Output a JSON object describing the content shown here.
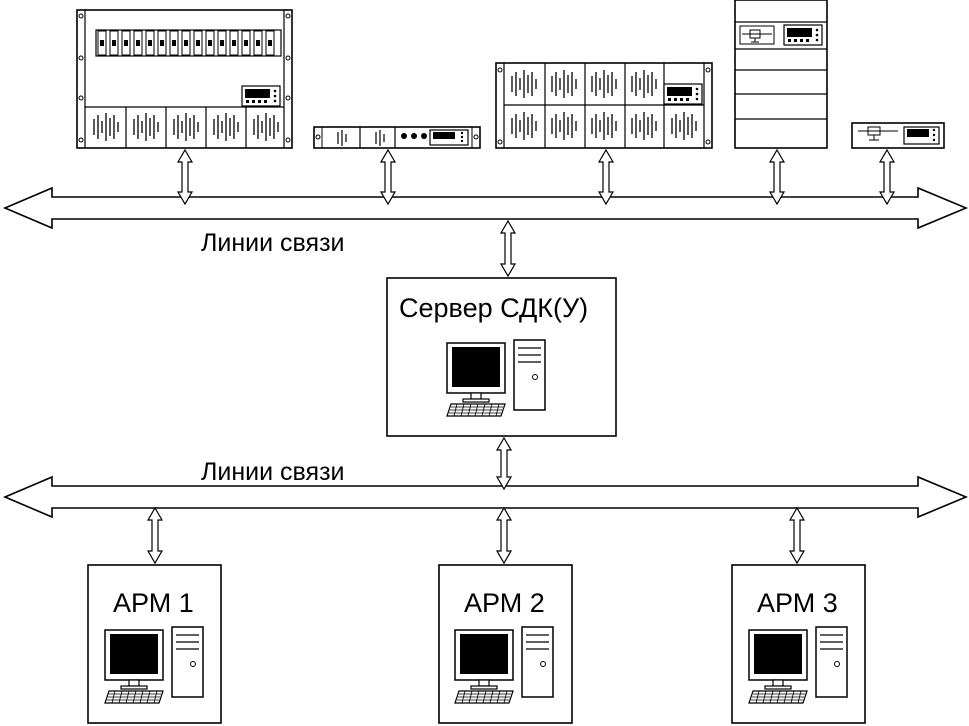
{
  "bus_top": {
    "label": "Линии связи"
  },
  "bus_bottom": {
    "label": "Линии связи"
  },
  "server": {
    "label": "Сервер СДК(У)"
  },
  "workstations": [
    {
      "label": "АРМ 1"
    },
    {
      "label": "АРМ 2"
    },
    {
      "label": "АРМ 3"
    }
  ],
  "colors": {
    "stroke": "#000000",
    "background": "#ffffff",
    "screen": "#000000"
  }
}
